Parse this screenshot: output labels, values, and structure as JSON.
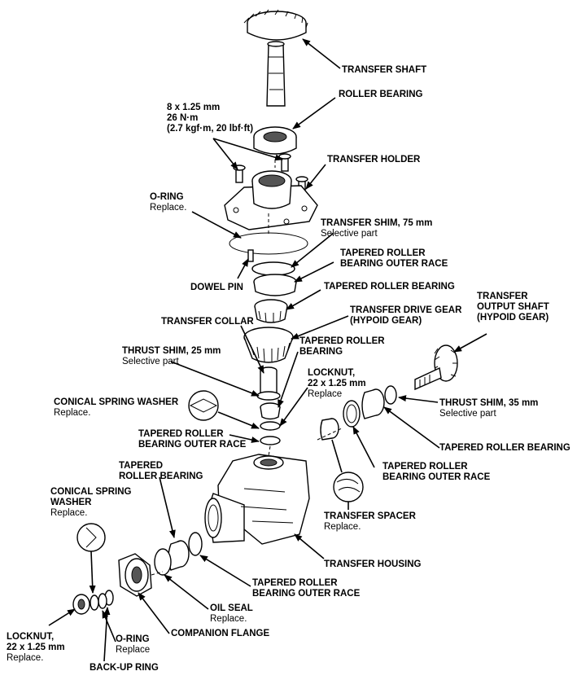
{
  "labels": {
    "transfer_shaft": "TRANSFER SHAFT",
    "roller_bearing": "ROLLER BEARING",
    "bolt_size": "8 x 1.25 mm",
    "bolt_torque": "26 N·m",
    "bolt_torque_alt": "(2.7 kgf·m, 20 lbf·ft)",
    "transfer_holder": "TRANSFER HOLDER",
    "oring_top": "O-RING",
    "oring_top_note": "Replace.",
    "transfer_shim_75": "TRANSFER SHIM, 75 mm",
    "transfer_shim_75_note": "Selective part",
    "tapered_outer_race_1a": "TAPERED ROLLER",
    "tapered_outer_race_1b": "BEARING OUTER RACE",
    "dowel_pin": "DOWEL PIN",
    "tapered_roller_bearing_1": "TAPERED ROLLER BEARING",
    "transfer_output_shaft_a": "TRANSFER",
    "transfer_output_shaft_b": "OUTPUT SHAFT",
    "transfer_output_shaft_c": "(HYPOID GEAR)",
    "transfer_collar": "TRANSFER COLLAR",
    "transfer_drive_gear_a": "TRANSFER DRIVE GEAR",
    "transfer_drive_gear_b": "(HYPOID GEAR)",
    "tapered_roller_bearing_2a": "TAPERED ROLLER",
    "tapered_roller_bearing_2b": "BEARING",
    "thrust_shim_25": "THRUST SHIM, 25 mm",
    "thrust_shim_25_note": "Selective part",
    "locknut_top": "LOCKNUT,",
    "locknut_top_size": "22 x 1.25 mm",
    "locknut_top_note": "Replace",
    "conical_washer_top": "CONICAL SPRING WASHER",
    "conical_washer_top_note": "Replace.",
    "thrust_shim_35": "THRUST SHIM, 35 mm",
    "thrust_shim_35_note": "Selective part",
    "tapered_outer_race_2a": "TAPERED ROLLER",
    "tapered_outer_race_2b": "BEARING OUTER RACE",
    "tapered_roller_bearing_3": "TAPERED ROLLER BEARING",
    "tapered_roller_bearing_4a": "TAPERED",
    "tapered_roller_bearing_4b": "ROLLER BEARING",
    "tapered_outer_race_3a": "TAPERED ROLLER",
    "tapered_outer_race_3b": "BEARING OUTER RACE",
    "conical_washer_low_a": "CONICAL SPRING",
    "conical_washer_low_b": "WASHER",
    "conical_washer_low_note": "Replace.",
    "transfer_spacer": "TRANSFER SPACER",
    "transfer_spacer_note": "Replace.",
    "transfer_housing": "TRANSFER HOUSING",
    "tapered_outer_race_4a": "TAPERED ROLLER",
    "tapered_outer_race_4b": "BEARING OUTER RACE",
    "oil_seal": "OIL SEAL",
    "oil_seal_note": "Replace.",
    "companion_flange": "COMPANION FLANGE",
    "locknut_low": "LOCKNUT,",
    "locknut_low_size": "22 x 1.25 mm",
    "locknut_low_note": "Replace.",
    "oring_low": "O-RING",
    "oring_low_note": "Replace",
    "backup_ring": "BACK-UP RING"
  }
}
